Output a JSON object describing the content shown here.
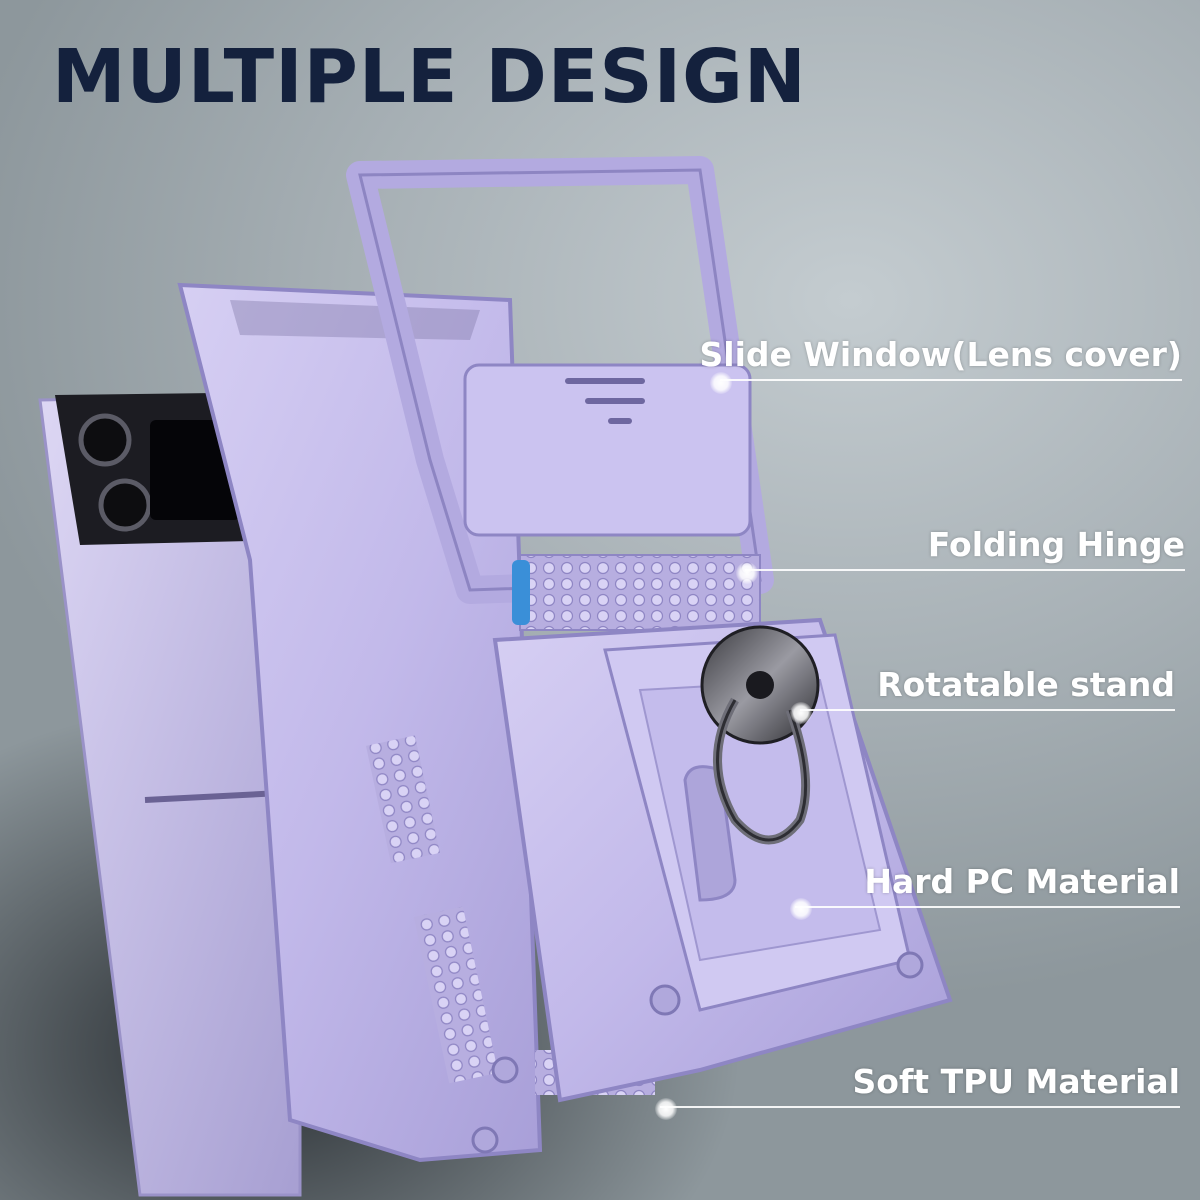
{
  "title": {
    "part1": "MULTIPLE",
    "part2": "DESIGN",
    "highlight_color": "#f2a81d",
    "text_color": "#14213d"
  },
  "product_color": "#c8c0ea",
  "callouts": [
    {
      "id": "slide-window",
      "label": "Slide Window(Lens cover)"
    },
    {
      "id": "folding-hinge",
      "label": "Folding Hinge"
    },
    {
      "id": "rotatable-stand",
      "label": "Rotatable stand"
    },
    {
      "id": "hard-pc",
      "label": "Hard PC Material"
    },
    {
      "id": "soft-tpu",
      "label": "Soft TPU Material"
    }
  ]
}
